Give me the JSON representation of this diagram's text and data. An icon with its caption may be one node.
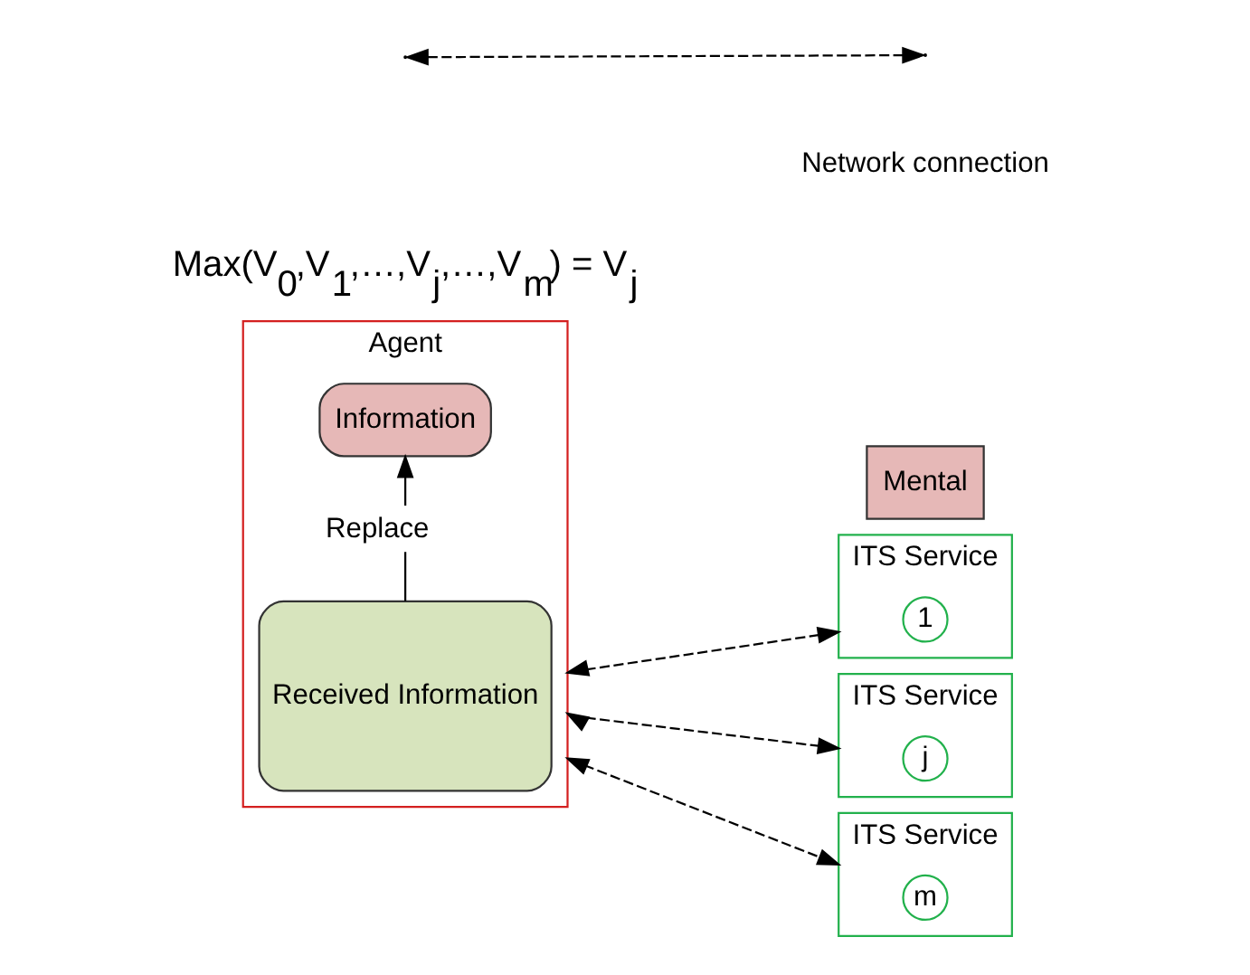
{
  "diagram": {
    "nodes": [
      {
        "text": [
          "Agent"
        ]
      },
      {
        "text": [
          "Information"
        ],
        "in": 0
      },
      {
        "text": [
          "Received Information"
        ],
        "in": 0
      },
      {
        "text": [
          "Mental"
        ]
      },
      {
        "text": [
          "ITS Service"
        ]
      },
      {
        "text": [
          "1"
        ],
        "in": 4
      },
      {
        "text": [
          "ITS Service"
        ]
      },
      {
        "text": [
          "j"
        ],
        "in": 6
      },
      {
        "text": [
          "ITS Service"
        ]
      },
      {
        "text": [
          "m"
        ],
        "in": 8
      }
    ],
    "edges": [
      {
        "from": 2,
        "to": 1,
        "arrow": "to",
        "label": "Replace"
      },
      {
        "from": 0,
        "to": 4,
        "arrow": "both",
        "style": "dashed"
      },
      {
        "from": 0,
        "to": 6,
        "arrow": "both",
        "style": "dashed"
      },
      {
        "from": 0,
        "to": 8,
        "arrow": "both",
        "style": "dashed"
      }
    ],
    "labels": [
      "Max(V$_{0}$,V$_{1}$,…,V$_{j}$,…,V$_{m}$) = V$_{j}$"
    ],
    "legend": [
      {
        "text": "Network connection"
      }
    ]
  }
}
